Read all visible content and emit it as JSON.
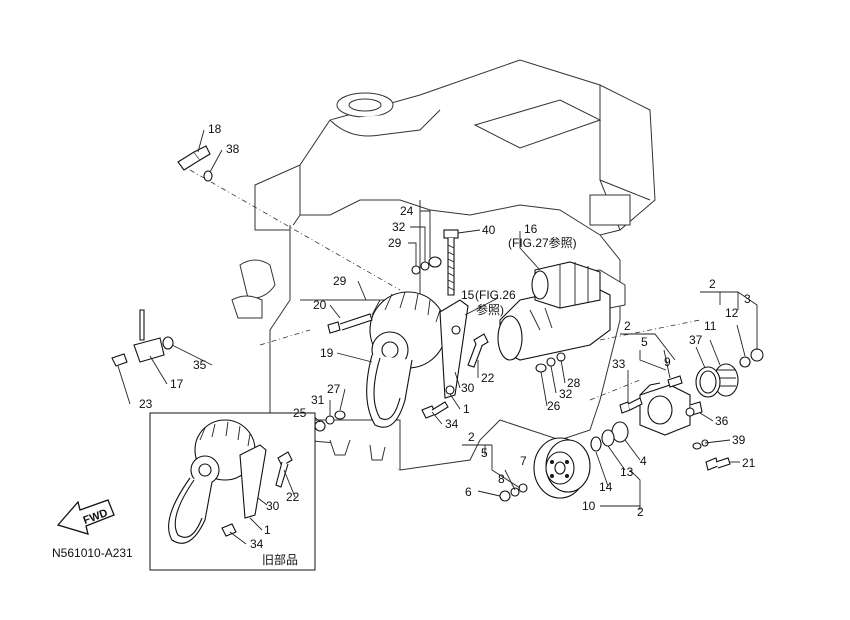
{
  "figure_code": "N561010-A231",
  "fwd_label": "FWD",
  "inset_label": "旧部品",
  "refs": {
    "fig27": "(FIG.27参照)",
    "fig26_line1": "(FIG.26",
    "fig26_line2": "参照)"
  },
  "callouts": {
    "c18": "18",
    "c38": "38",
    "c24": "24",
    "c32a": "32",
    "c29a": "29",
    "c40": "40",
    "c16": "16",
    "c15": "15",
    "c29b": "29",
    "c20": "20",
    "c19": "19",
    "c27": "27",
    "c31": "31",
    "c25": "25",
    "c34a": "34",
    "c1a": "1",
    "c30a": "30",
    "c22a": "22",
    "c35": "35",
    "c17": "17",
    "c23": "23",
    "c26": "26",
    "c32b": "32",
    "c28": "28",
    "c2a": "2",
    "c3": "3",
    "c11": "11",
    "c12": "12",
    "c37": "37",
    "c2b": "2",
    "c5a": "5",
    "c9": "9",
    "c33": "33",
    "c36": "36",
    "c39": "39",
    "c21": "21",
    "c4": "4",
    "c13": "13",
    "c14": "14",
    "c10": "10",
    "c2c": "2",
    "c2d": "2",
    "c5b": "5",
    "c7": "7",
    "c8": "8",
    "c6": "6",
    "c22b": "22",
    "c30b": "30",
    "c1b": "1",
    "c34b": "34"
  }
}
